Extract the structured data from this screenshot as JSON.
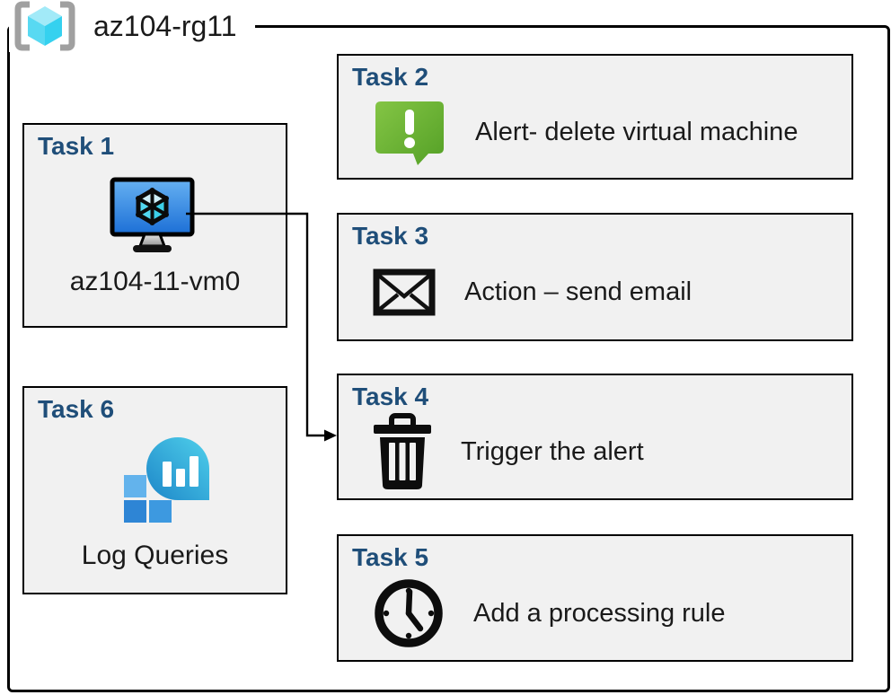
{
  "resource_group": {
    "label": "az104-rg11",
    "icon": "resource-group"
  },
  "tasks": [
    {
      "title": "Task 1",
      "label": "az104-11-vm0",
      "icon": "virtual-machine"
    },
    {
      "title": "Task 2",
      "label": "Alert- delete virtual machine",
      "icon": "alert-message"
    },
    {
      "title": "Task 3",
      "label": "Action – send email",
      "icon": "email-envelope"
    },
    {
      "title": "Task 4",
      "label": "Trigger the alert",
      "icon": "trash-delete"
    },
    {
      "title": "Task 5",
      "label": "Add a processing rule",
      "icon": "clock-schedule"
    },
    {
      "title": "Task 6",
      "label": "Log Queries",
      "icon": "log-analytics"
    }
  ],
  "connector": {
    "from": "task-1-virtual-machine",
    "to": "task-4"
  },
  "colors": {
    "task_title_blue": "#1f4e79",
    "box_fill": "#f1f1f1",
    "box_border": "#000000",
    "alert_green": "#68b42e",
    "vm_screen_blue": "#2e7fd6",
    "azure_cube_cyan": "#45d2ef",
    "log_square_blue": "#2e86d6",
    "bracket_gray": "#a0a0a0"
  }
}
